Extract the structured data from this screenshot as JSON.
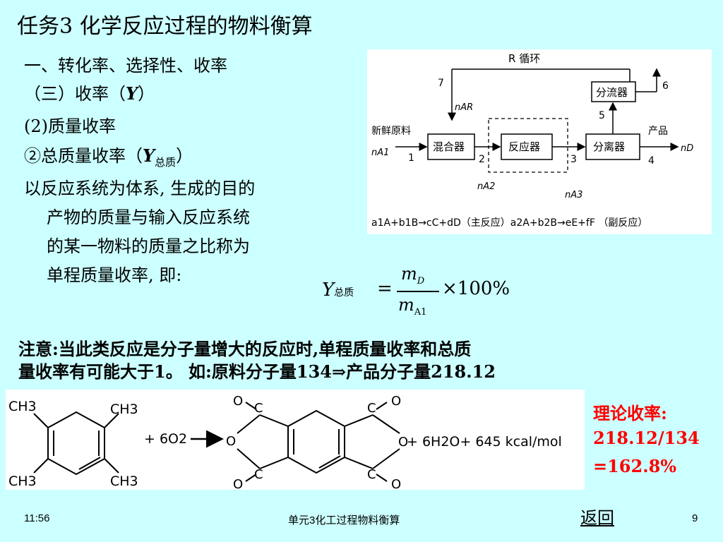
{
  "title": "任务3  化学反应过程的物料衡算",
  "section": {
    "heading": "一、转化率、选择性、收率",
    "sub1_pre": "（三）收率（",
    "sub1_var": "Y",
    "sub1_post": "）",
    "sub2": "(2)质量收率",
    "sub3_pre": "②总质量收率（",
    "sub3_var": "Y",
    "sub3_subscript": "总质",
    "sub3_post": "）",
    "definition": [
      "以反应系统为体系, 生成的目的",
      "产物的质量与输入反应系统",
      "的某一物料的质量之比称为",
      "单程质量收率, 即:"
    ]
  },
  "formula": {
    "lhs_var": "Y",
    "lhs_sub": "总质",
    "eq": "=",
    "num_var": "m",
    "num_sub": "D",
    "den_var": "m",
    "den_sub": "A1",
    "times": "×100%"
  },
  "note": {
    "line1": "注意:当此类反应是分子量增大的反应时,单程质量收率和总质",
    "line2": "量收率有可能大于1。 如:原料分子量134⇒产品分子量218.12"
  },
  "diagram": {
    "recycle_label": "R 循环",
    "splitter": "分流器",
    "mixer": "混合器",
    "reactor": "反应器",
    "separator": "分离器",
    "feed_label": "新鲜原料",
    "product_label": "产品",
    "n_A1": "nA1",
    "n_AR": "nAR",
    "n_A2": "nA2",
    "n_A3": "nA3",
    "n_D": "nD",
    "stream_numbers": [
      "1",
      "2",
      "3",
      "4",
      "5",
      "6",
      "7"
    ],
    "reactions": "a1A+b1B→cC+dD（主反应）a2A+b2B→eE+fF （副反应）"
  },
  "reaction": {
    "reactant_groups": [
      "CH3",
      "CH3",
      "CH3",
      "CH3"
    ],
    "plus_o2": "+ 6O2",
    "product_tail": "+ 6H2O+ 645 kcal/mol",
    "ring_atoms": [
      "O",
      "O",
      "O",
      "C",
      "C",
      "C",
      "C",
      "O",
      "O",
      "O"
    ]
  },
  "theory": {
    "line1": "理论收率:",
    "line2": "218.12/134",
    "line3": "=162.8%"
  },
  "footer": {
    "time": "11:56",
    "center": "单元3化工过程物料衡算",
    "back": "返回",
    "page": "9"
  }
}
